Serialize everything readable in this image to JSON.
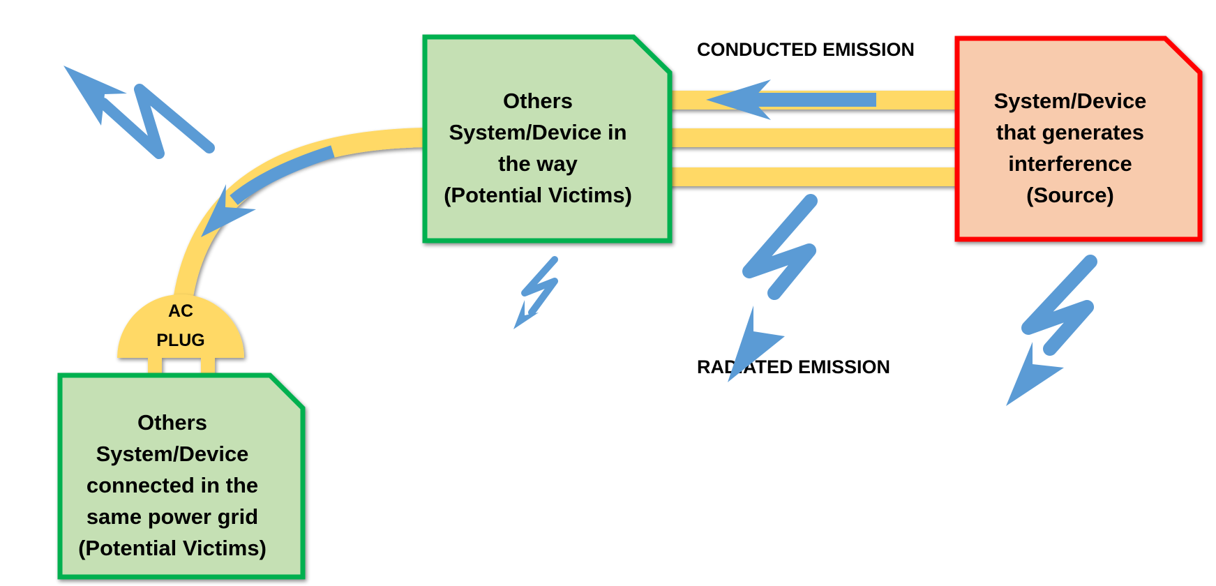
{
  "colors": {
    "victim_fill": "#c5e0b4",
    "victim_border": "#00b050",
    "source_fill": "#f8cbad",
    "source_border": "#ff0000",
    "cable": "#ffd966",
    "arrow": "#5b9bd5"
  },
  "source_box": {
    "lines": [
      "System/Device",
      "that generates",
      "interference",
      "(Source)"
    ]
  },
  "victim_inline_box": {
    "lines": [
      "Others",
      "System/Device in",
      "the way",
      "(Potential Victims)"
    ]
  },
  "victim_grid_box": {
    "lines": [
      "Others",
      "System/Device",
      "connected in the",
      "same power grid",
      "(Potential Victims)"
    ]
  },
  "plug": {
    "lines": [
      "AC",
      "PLUG"
    ]
  },
  "labels": {
    "conducted": "CONDUCTED EMISSION",
    "radiated": "RADIATED EMISSION"
  },
  "icons": [
    "lightning-bolt-icon",
    "arrow-left-icon",
    "curved-arrow-icon",
    "ac-plug-icon"
  ]
}
